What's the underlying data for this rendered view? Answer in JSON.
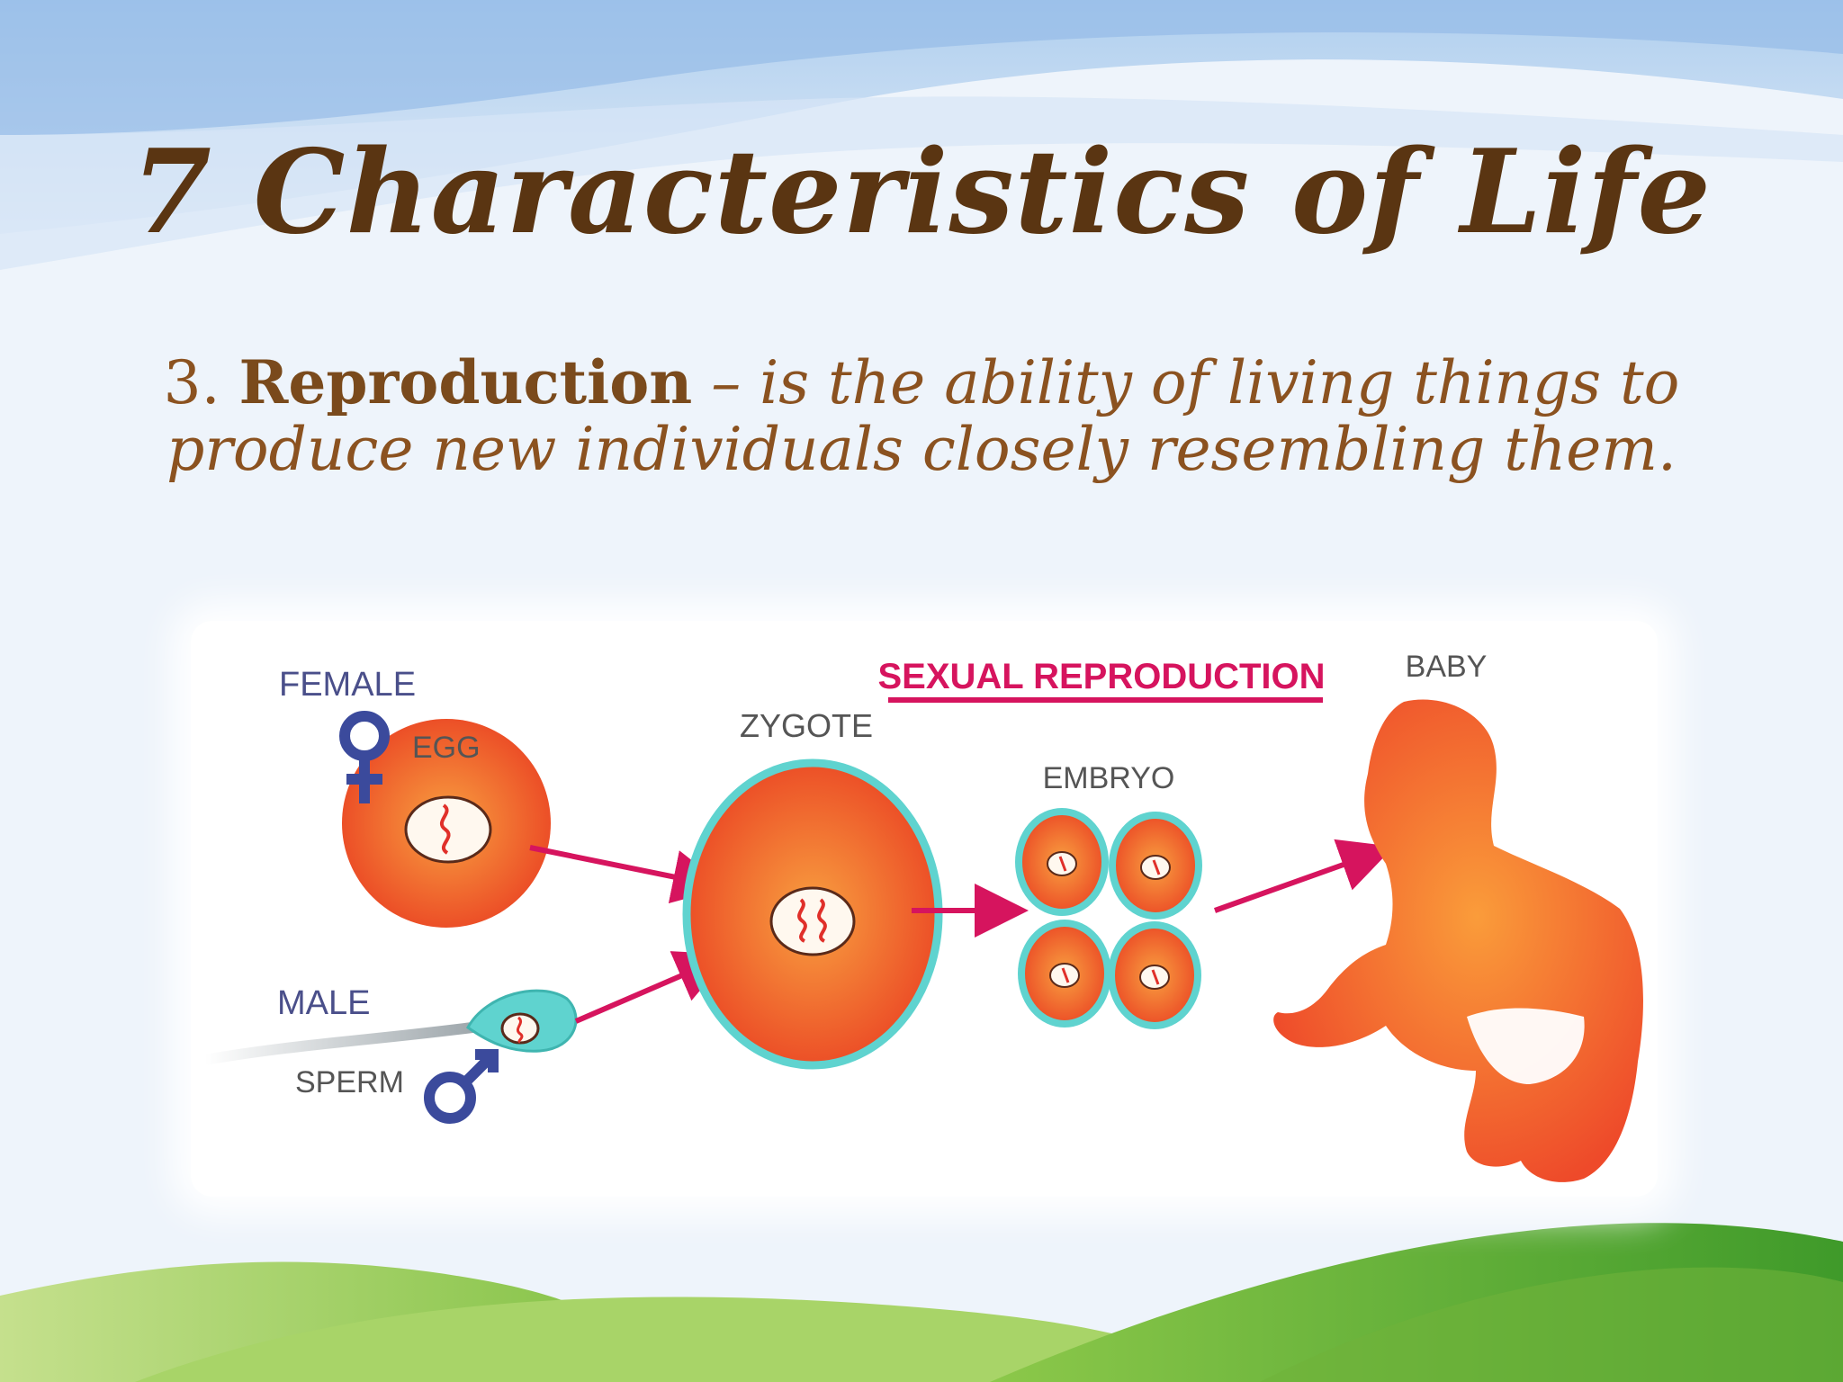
{
  "slide": {
    "title": "7 Characteristics of Life",
    "point_number": "3.",
    "point_term": "Reproduction",
    "point_text": " – is the ability of living things to produce new individuals closely resembling them."
  },
  "diagram": {
    "heading": "SEXUAL REPRODUCTION",
    "labels": {
      "female": "FEMALE",
      "egg": "EGG",
      "male": "MALE",
      "sperm": "SPERM",
      "zygote": "ZYGOTE",
      "embryo": "EMBRYO",
      "baby": "BABY"
    },
    "colors": {
      "cell": "#ef5a2a",
      "cell_center": "#f7953e",
      "membrane": "#5fd3cf",
      "arrow": "#d6145e",
      "symbol": "#3b4a9c",
      "label": "#444444",
      "heading": "#d6145e"
    },
    "icons": [
      "female-symbol-icon",
      "male-symbol-icon"
    ]
  }
}
